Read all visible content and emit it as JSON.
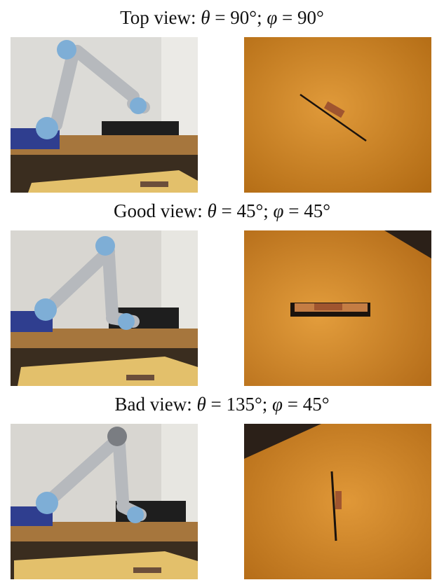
{
  "rows": [
    {
      "label": "Top view",
      "theta": "90°",
      "phi": "90°"
    },
    {
      "label": "Good view",
      "theta": "45°",
      "phi": "45°"
    },
    {
      "label": "Bad view",
      "theta": "135°",
      "phi": "45°"
    }
  ],
  "symbols": {
    "theta": "θ",
    "phi": "φ",
    "equals": "=",
    "separator": ";"
  },
  "colors": {
    "table": "#d68a1f",
    "wall": "#d9d8d4",
    "robot": "#b9bcc0",
    "joint": "#7eaed6"
  }
}
